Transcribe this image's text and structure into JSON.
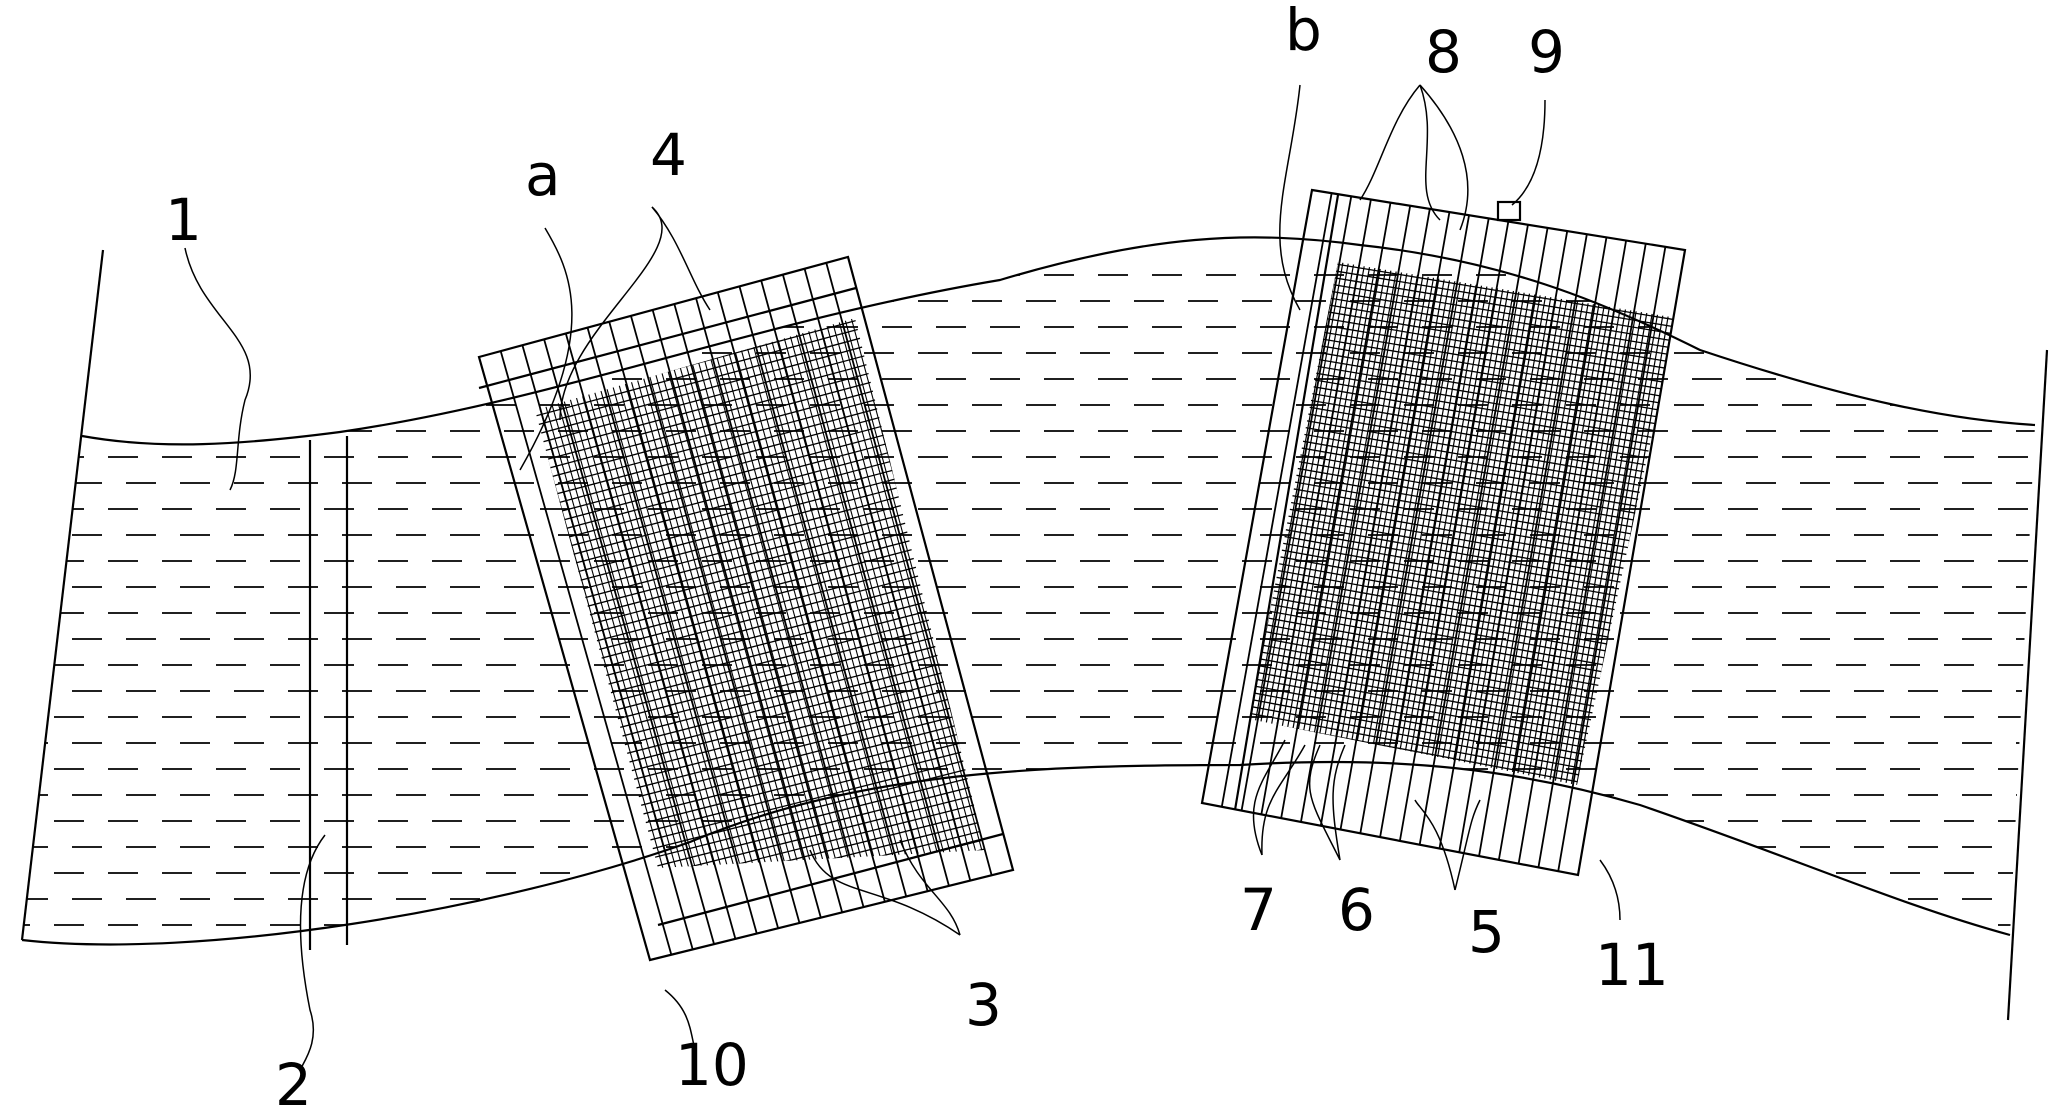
{
  "labels": {
    "l1": "1",
    "l2": "2",
    "l3": "3",
    "l4": "4",
    "l5": "5",
    "l6": "6",
    "l7": "7",
    "l8": "8",
    "l9": "9",
    "l10": "10",
    "l11": "11",
    "la": "a",
    "lb": "b"
  },
  "colors": {
    "line": "#000000",
    "background": "#ffffff"
  }
}
